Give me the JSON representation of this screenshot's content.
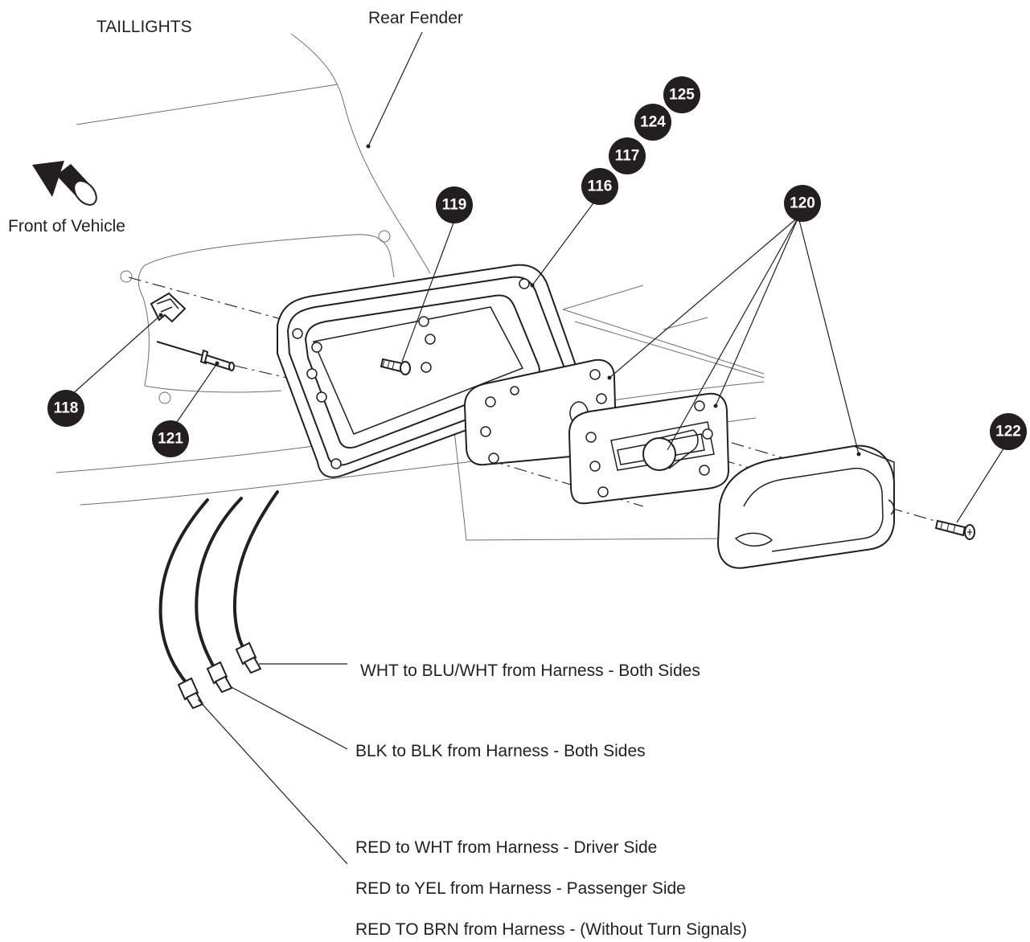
{
  "title": "TAILLIGHTS",
  "labels": {
    "rear_fender": "Rear Fender",
    "front_of_vehicle": "Front of Vehicle"
  },
  "callouts": {
    "c116": "116",
    "c117": "117",
    "c118": "118",
    "c119": "119",
    "c120": "120",
    "c121": "121",
    "c122": "122",
    "c124": "124",
    "c125": "125"
  },
  "wiring_notes": {
    "wht": "WHT to BLU/WHT from Harness - Both Sides",
    "blk": "BLK to BLK from Harness - Both Sides",
    "red_driver": "RED to WHT from Harness - Driver Side",
    "red_passenger": "RED to YEL from Harness - Passenger Side",
    "red_no_turn": "RED TO BRN from Harness - (Without Turn Signals)"
  }
}
